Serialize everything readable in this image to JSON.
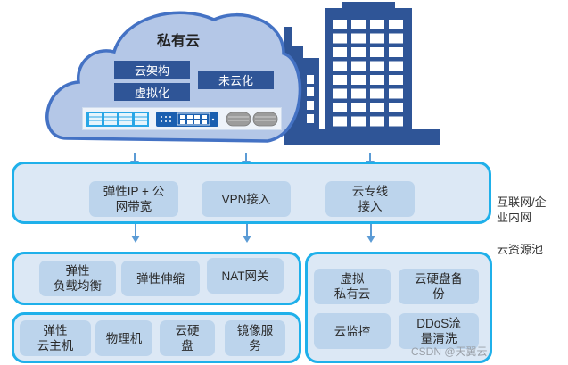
{
  "cloud": {
    "title": "私有云",
    "blocks": [
      "云架构",
      "虚拟化",
      "未云化"
    ],
    "hardware_icons": [
      "server-rack-icon",
      "network-switch-icon",
      "storage-disk-icon"
    ]
  },
  "building": {
    "icon": "office-building-icon"
  },
  "network_layer": {
    "tiles": [
      "弹性IP + 公\n网带宽",
      "VPN接入",
      "云专线\n接入"
    ],
    "label": "互联网/企\n业内网"
  },
  "divider_label": "云资源池",
  "resource_pool": {
    "network_services": [
      "弹性\n负载均衡",
      "弹性伸缩",
      "NAT网关"
    ],
    "compute_services": [
      "弹性\n云主机",
      "物理机",
      "云硬\n盘",
      "镜像服\n务"
    ],
    "management_services": [
      "虚拟\n私有云",
      "云硬盘备\n份",
      "云监控",
      "DDoS流\n量清洗"
    ]
  },
  "colors": {
    "dark_blue": "#2f5597",
    "cloud_fill": "#b4c7e7",
    "panel_border": "#1fb0ea",
    "panel_fill": "#dce8f5",
    "tile_fill": "#bcd4ec",
    "arrow": "#5b9bd5"
  },
  "watermark": "CSDN @天翼云"
}
